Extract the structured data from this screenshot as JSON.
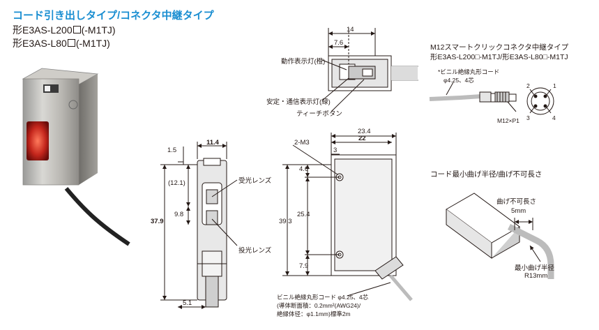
{
  "header": {
    "title": "コード引き出しタイプ/コネクタ中継タイプ",
    "model_line1_prefix": "形E3AS-L200",
    "model_line1_suffix": "(-M1TJ)",
    "model_line2_prefix": "形E3AS-L80",
    "model_line2_suffix": "(-M1TJ)"
  },
  "top_view": {
    "dim_width": "14",
    "dim_offset": "7.6",
    "label_operation_lamp": "動作表示灯(橙)",
    "label_stability_lamp": "安定・通信表示灯(緑)",
    "label_teach_button": "ティーチボタン"
  },
  "connector_section": {
    "heading1": "M12スマートクリックコネクタ中継タイプ",
    "heading2": "形E3AS-L200□-M1TJ/形E3AS-L80□-M1TJ",
    "cable_note": "*ビニル絶縁丸形コード",
    "cable_spec": "φ4.25、4芯",
    "thread_label": "M12×P1",
    "pins": [
      "1",
      "2",
      "3",
      "4"
    ]
  },
  "front_view": {
    "dim_width": "11.4",
    "dim_top": "1.5",
    "dim_lens_top": "(12.1)",
    "dim_lens_gap": "9.8",
    "dim_height": "37.9",
    "dim_cable": "5.1",
    "label_receiver_lens": "受光レンズ",
    "label_emitter_lens": "投光レンズ"
  },
  "side_view": {
    "dim_total_width": "23.4",
    "dim_body_width": "22",
    "dim_hole_offset": "3",
    "label_holes": "2-M3",
    "dim_hole_top": "4.6",
    "dim_hole_pitch": "25.4",
    "dim_height": "39.3",
    "dim_hole_bottom": "7.9"
  },
  "cable_note": {
    "line1": "ビニル絶縁丸形コード φ4.25、4芯",
    "line2": "(導体断面積：0.2mm²(AWG24)/",
    "line3": "絶縁体径：φ1.1mm)標準2m"
  },
  "bend_section": {
    "heading": "コード最小曲げ半径/曲げ不可長さ",
    "label_no_bend": "曲げ不可長さ",
    "value_no_bend": "5mm",
    "label_min_radius": "最小曲げ半径",
    "value_min_radius": "R13mm"
  }
}
